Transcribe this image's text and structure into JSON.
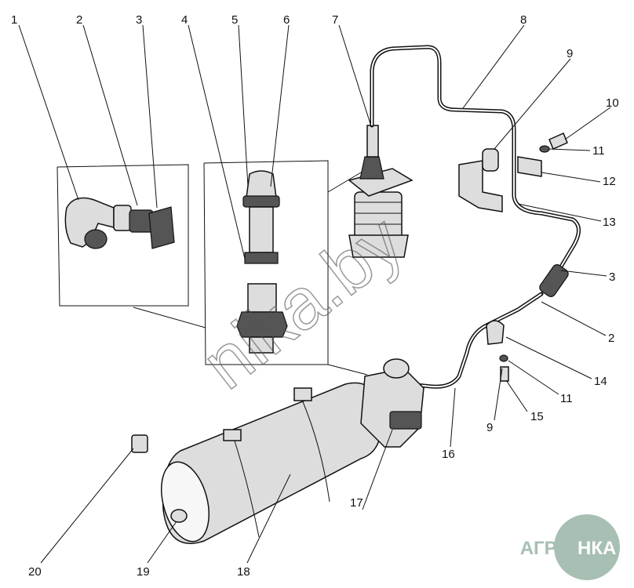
{
  "diagram": {
    "callouts": [
      "1",
      "2",
      "3",
      "4",
      "5",
      "6",
      "7",
      "8",
      "9",
      "10",
      "11",
      "12",
      "13",
      "3",
      "2",
      "14",
      "11",
      "15",
      "9",
      "16",
      "17",
      "18",
      "19",
      "20"
    ],
    "watermark": "nika.by",
    "logo": {
      "left": "АГРО",
      "right": "НКА",
      "color": "#a8bfb3"
    }
  }
}
